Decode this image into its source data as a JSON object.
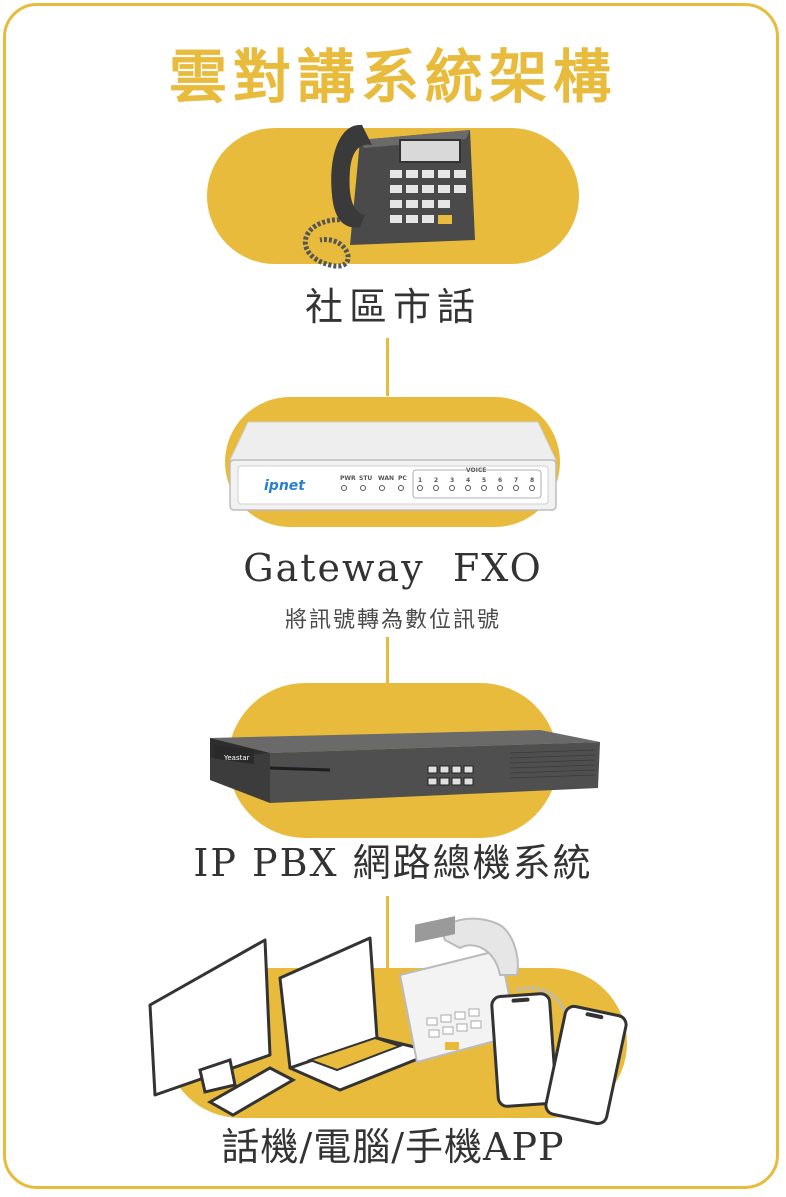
{
  "title": "雲對講系統架構",
  "nodes": [
    {
      "label": "社區市話",
      "icon": "desk-phone-icon"
    },
    {
      "label": "Gateway  FXO",
      "sublabel": "將訊號轉為數位訊號",
      "icon": "gateway-device-icon",
      "brand": "ipnet"
    },
    {
      "label": "IP PBX 網路總機系統",
      "icon": "rack-server-icon",
      "brand": "Yeastar"
    },
    {
      "label": "話機/電腦/手機APP",
      "icon": "endpoint-devices-icon"
    }
  ],
  "gateway_panel": {
    "indicators": [
      "PWR",
      "STU",
      "WAN",
      "PC"
    ],
    "voice_title": "VOICE",
    "ports": [
      "1",
      "2",
      "3",
      "4",
      "5",
      "6",
      "7",
      "8"
    ]
  },
  "colors": {
    "accent": "#e8bb3c",
    "text": "#333333",
    "device_dark": "#4a4a4a"
  }
}
